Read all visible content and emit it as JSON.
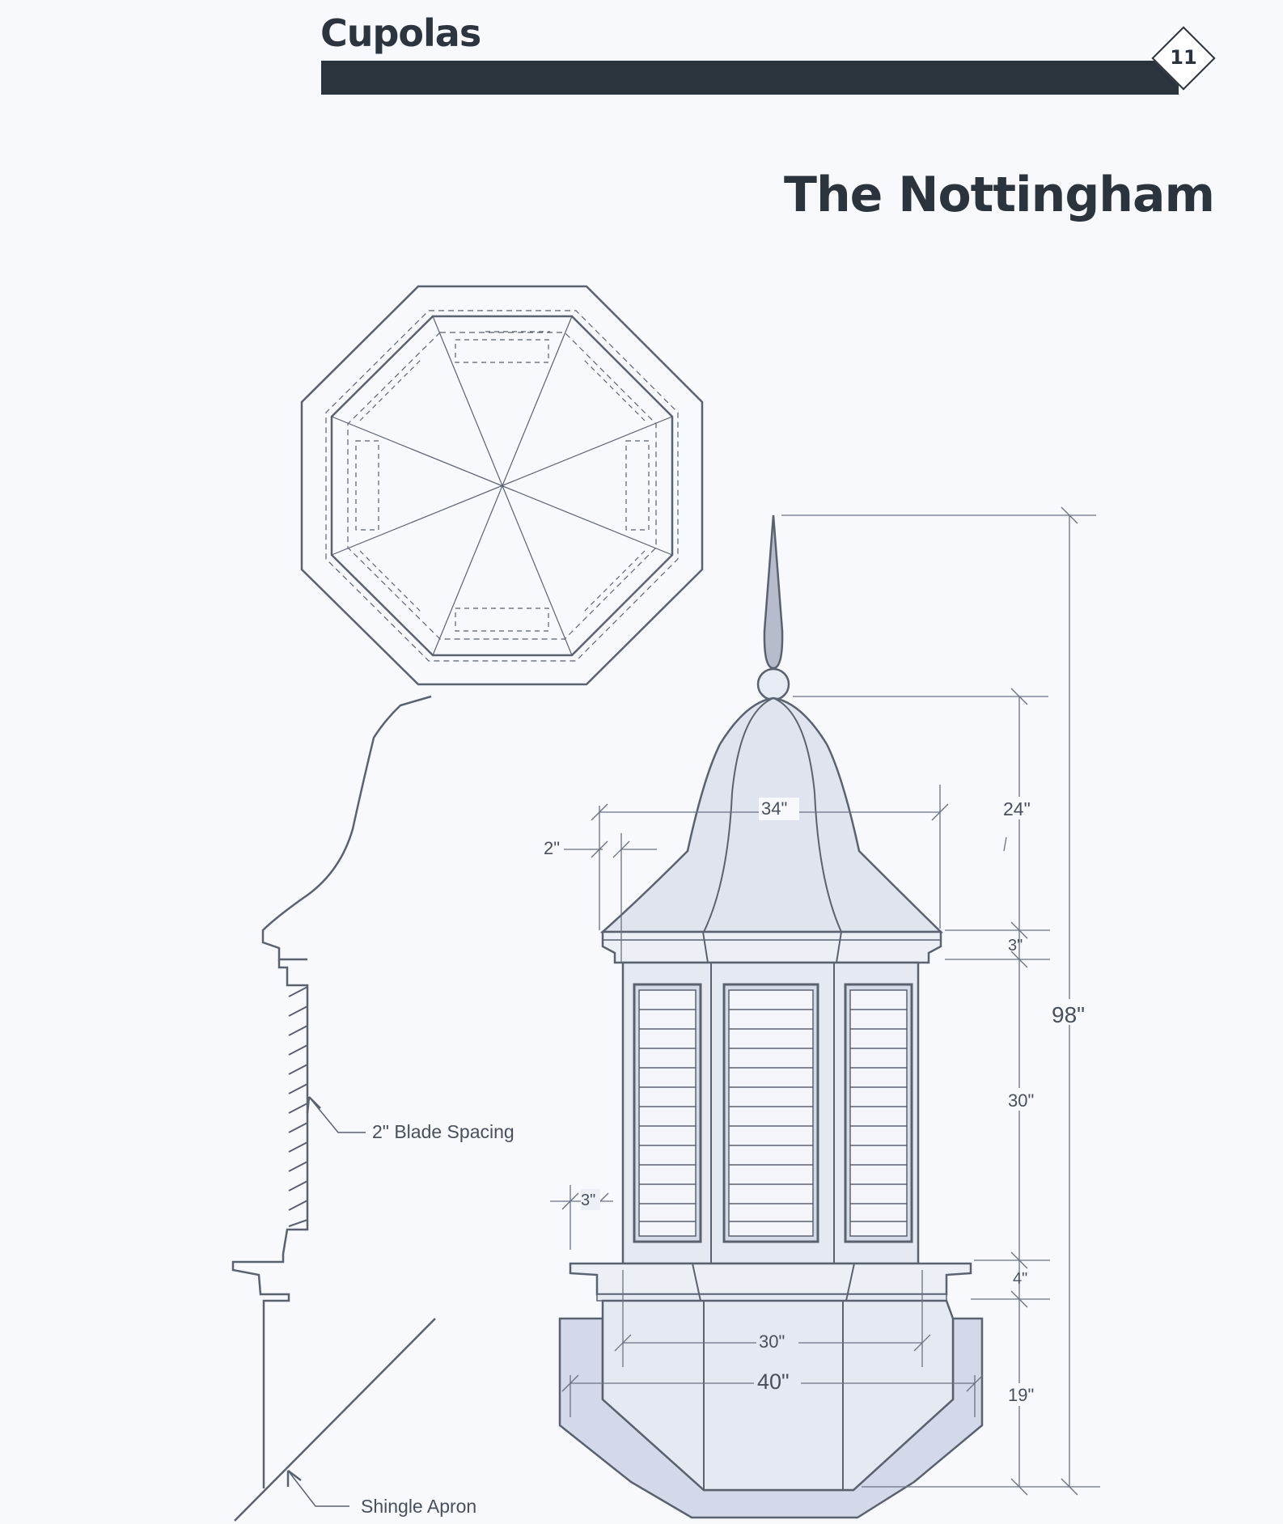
{
  "header": {
    "section_title": "Cupolas",
    "page_number": "11"
  },
  "model": {
    "title": "The Nottingham"
  },
  "dimensions": {
    "overall_height": "98\"",
    "roof_height": "24\"",
    "roof_width": "34\"",
    "roof_overhang": "2\"",
    "cornice_height": "3\"",
    "louver_height": "30\"",
    "corner_width": "3\"",
    "band_height": "4\"",
    "base_inner_width": "30\"",
    "base_outer_width": "40\"",
    "base_height": "19\""
  },
  "callouts": {
    "blade_spacing": "2\" Blade Spacing",
    "shingle_apron": "Shingle Apron"
  },
  "colors": {
    "ink": "#2b333c",
    "line": "#5a6270",
    "fill": "#dfe4ef",
    "fill_light": "#eceff6",
    "fill_base": "#d3d9e8"
  }
}
